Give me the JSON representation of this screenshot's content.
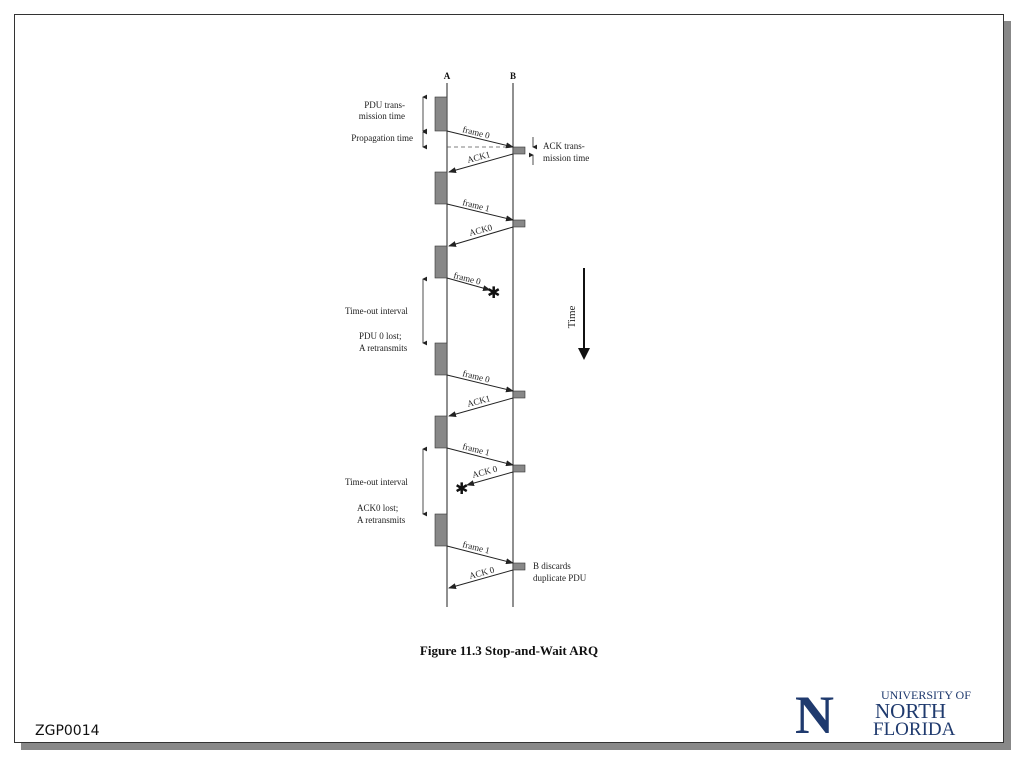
{
  "diagram": {
    "station_a": "A",
    "station_b": "B",
    "time_label": "Time",
    "annotations": {
      "pdu_tx_time": [
        "PDU trans-",
        "mission time"
      ],
      "propagation_time": "Propagation time",
      "ack_tx_time": [
        "ACK trans-",
        "mission time"
      ],
      "timeout_1": "Time-out interval",
      "pdu0_lost": [
        "PDU 0 lost;",
        "A retransmits"
      ],
      "timeout_2": "Time-out interval",
      "ack0_lost": [
        "ACK0 lost;",
        "A retransmits"
      ],
      "b_discards": [
        "B discards",
        "duplicate PDU"
      ]
    },
    "messages": [
      {
        "label": "frame 0",
        "dir": "a-to-b",
        "lost": false
      },
      {
        "label": "ACK1",
        "dir": "b-to-a",
        "lost": false
      },
      {
        "label": "frame 1",
        "dir": "a-to-b",
        "lost": false
      },
      {
        "label": "ACK0",
        "dir": "b-to-a",
        "lost": false
      },
      {
        "label": "frame 0",
        "dir": "a-to-b",
        "lost": true
      },
      {
        "label": "frame 0",
        "dir": "a-to-b",
        "lost": false
      },
      {
        "label": "ACK1",
        "dir": "b-to-a",
        "lost": false
      },
      {
        "label": "frame 1",
        "dir": "a-to-b",
        "lost": false
      },
      {
        "label": "ACK 0",
        "dir": "b-to-a",
        "lost": true
      },
      {
        "label": "frame 1",
        "dir": "a-to-b",
        "lost": false
      },
      {
        "label": "ACK 0",
        "dir": "b-to-a",
        "lost": false
      }
    ]
  },
  "caption": "Figure 11.3  Stop-and-Wait ARQ",
  "slide_id": "ZGP0014",
  "logo": {
    "line1": "UNIVERSITY OF",
    "line2": "NORTH",
    "line3": "FLORIDA",
    "letter": "N"
  },
  "colors": {
    "block": "#888888",
    "line": "#222222",
    "logo": "#1f3a6e"
  }
}
